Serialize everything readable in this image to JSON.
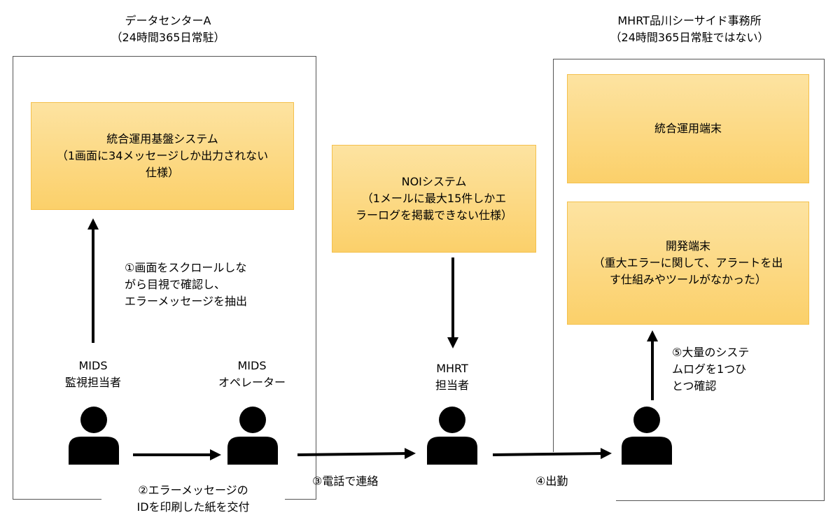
{
  "zones": {
    "datacenter": {
      "title": "データセンターA",
      "subtitle": "（24時間365日常駐）"
    },
    "seaside": {
      "title": "MHRT品川シーサイド事務所",
      "subtitle": "（24時間365日常駐ではない）"
    }
  },
  "systems": {
    "integrated_ops": {
      "line1": "統合運用基盤システム",
      "line2": "（1画面に34メッセージしか出力されない",
      "line3": "仕様）"
    },
    "noi": {
      "line1": "NOIシステム",
      "line2": "（1メールに最大15件しかエ",
      "line3": "ラーログを掲載できない仕様）"
    },
    "ops_terminal": {
      "line1": "統合運用端末"
    },
    "dev_terminal": {
      "line1": "開発端末",
      "line2": "（重大エラーに関して、アラートを出",
      "line3": "す仕組みやツールがなかった）"
    }
  },
  "actors": {
    "mids_monitor": {
      "line1": "MIDS",
      "line2": "監視担当者",
      "icon": "person-icon"
    },
    "mids_operator": {
      "line1": "MIDS",
      "line2": "オペレーター",
      "icon": "person-icon"
    },
    "mhrt_staff": {
      "line1": "MHRT",
      "line2": "担当者",
      "icon": "person-icon"
    },
    "dev_person": {
      "icon": "person-icon"
    }
  },
  "steps": {
    "step1": {
      "line1": "①画面をスクロールしな",
      "line2": "がら目視で確認し、",
      "line3": "エラーメッセージを抽出"
    },
    "step2": {
      "line1": "②エラーメッセージの",
      "line2": "IDを印刷した紙を交付"
    },
    "step3": {
      "line1": "③電話で連絡"
    },
    "step4": {
      "line1": "④出勤"
    },
    "step5": {
      "line1": "⑤大量のシステ",
      "line2": "ムログを1つひ",
      "line3": "とつ確認"
    }
  }
}
